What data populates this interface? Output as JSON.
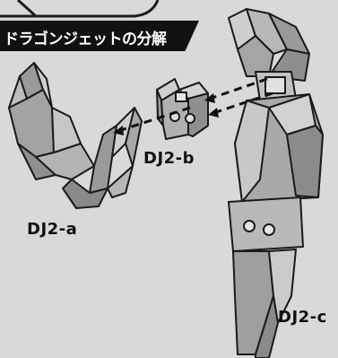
{
  "banner": {
    "title": "ドラゴンジェットの分解"
  },
  "parts": {
    "a": {
      "label": "DJ2-a"
    },
    "b": {
      "label": "DJ2-b"
    },
    "c": {
      "label": "DJ2-c"
    }
  },
  "colors": {
    "background": "#d9d9d9",
    "banner_bg": "#111111",
    "banner_text": "#ffffff",
    "part_fill": "#9a9a9a",
    "part_light": "#cfcfcf",
    "outline": "#1a1a1a"
  }
}
